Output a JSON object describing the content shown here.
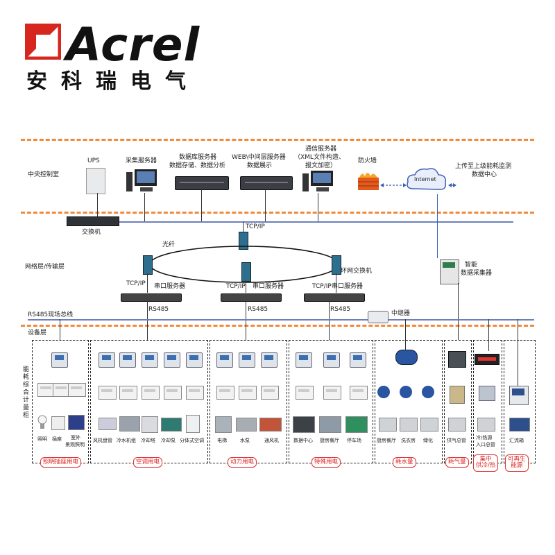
{
  "brand": {
    "name": "Acrel",
    "name_cn": "安科瑞电气",
    "logo_color": "#d7261e"
  },
  "colors": {
    "dashed_band": "#f08a3a",
    "bus_line": "#6b7fc0",
    "badge": "#d22222"
  },
  "layers": {
    "control_room": "中央控制室",
    "network": "网络层/传输层",
    "rs485_bus": "RS485现场总线",
    "device": "设备层",
    "meter_cabinet": "能耗综合计量柜"
  },
  "top": {
    "ups": "UPS",
    "collect_server": "采集服务器",
    "db_server_1": "数据库服务器",
    "db_server_2": "数据存储、数据分析",
    "web_server_1": "WEB\\中间层服务器",
    "web_server_2": "数据展示",
    "comm_server_1": "通信服务器",
    "comm_server_2": "（XML文件构造、",
    "comm_server_3": "报文加密）",
    "firewall": "防火墙",
    "internet": "Internet",
    "upload_1": "上传至上级能耗监测",
    "upload_2": "数据中心",
    "switch": "交换机"
  },
  "network": {
    "tcpip_top": "TCP/IP",
    "fiber": "光纤",
    "ring_switch": "环网交换机",
    "smart_1": "智能",
    "smart_2": "数据采集器",
    "tcpip_1": "TCP/IP",
    "tcpip_2": "TCP/IP",
    "tcpip_3": "TCP/IP",
    "serial_1": "串口服务器",
    "serial_2": "串口服务器",
    "serial_3": "串口服务器",
    "rs485_1": "RS485",
    "rs485_2": "RS485",
    "rs485_3": "RS485",
    "repeater": "中继器"
  },
  "devices": {
    "lighting": "照明",
    "socket": "插座",
    "outdoor_1": "室外",
    "outdoor_2": "景观照明",
    "fan_coil": "风机盘管",
    "chiller": "冷水机组",
    "cooling_tower": "冷却塔",
    "cooling_pump": "冷却泵",
    "split_ac": "分体式空调",
    "elevator": "电梯",
    "water_pump": "水泵",
    "vent_fan": "通风机",
    "data_center": "数据中心",
    "kitchen": "厨房餐厅",
    "parking": "停车场",
    "kitchen_water": "厨房餐厅",
    "laundry": "洗衣房",
    "greening": "绿化",
    "gas_main": "供气总管",
    "hot_cold_1": "冷/热源",
    "hot_cold_2": "入口总管",
    "combiner": "汇流箱"
  },
  "categories": {
    "lighting_socket": "照明插座用电",
    "hvac": "空调用电",
    "power": "动力用电",
    "special": "特殊用电",
    "water": "耗水量",
    "gas": "耗气量",
    "central_1": "集中",
    "central_2": "供冷/热",
    "renewable_1": "可再生",
    "renewable_2": "能源"
  }
}
